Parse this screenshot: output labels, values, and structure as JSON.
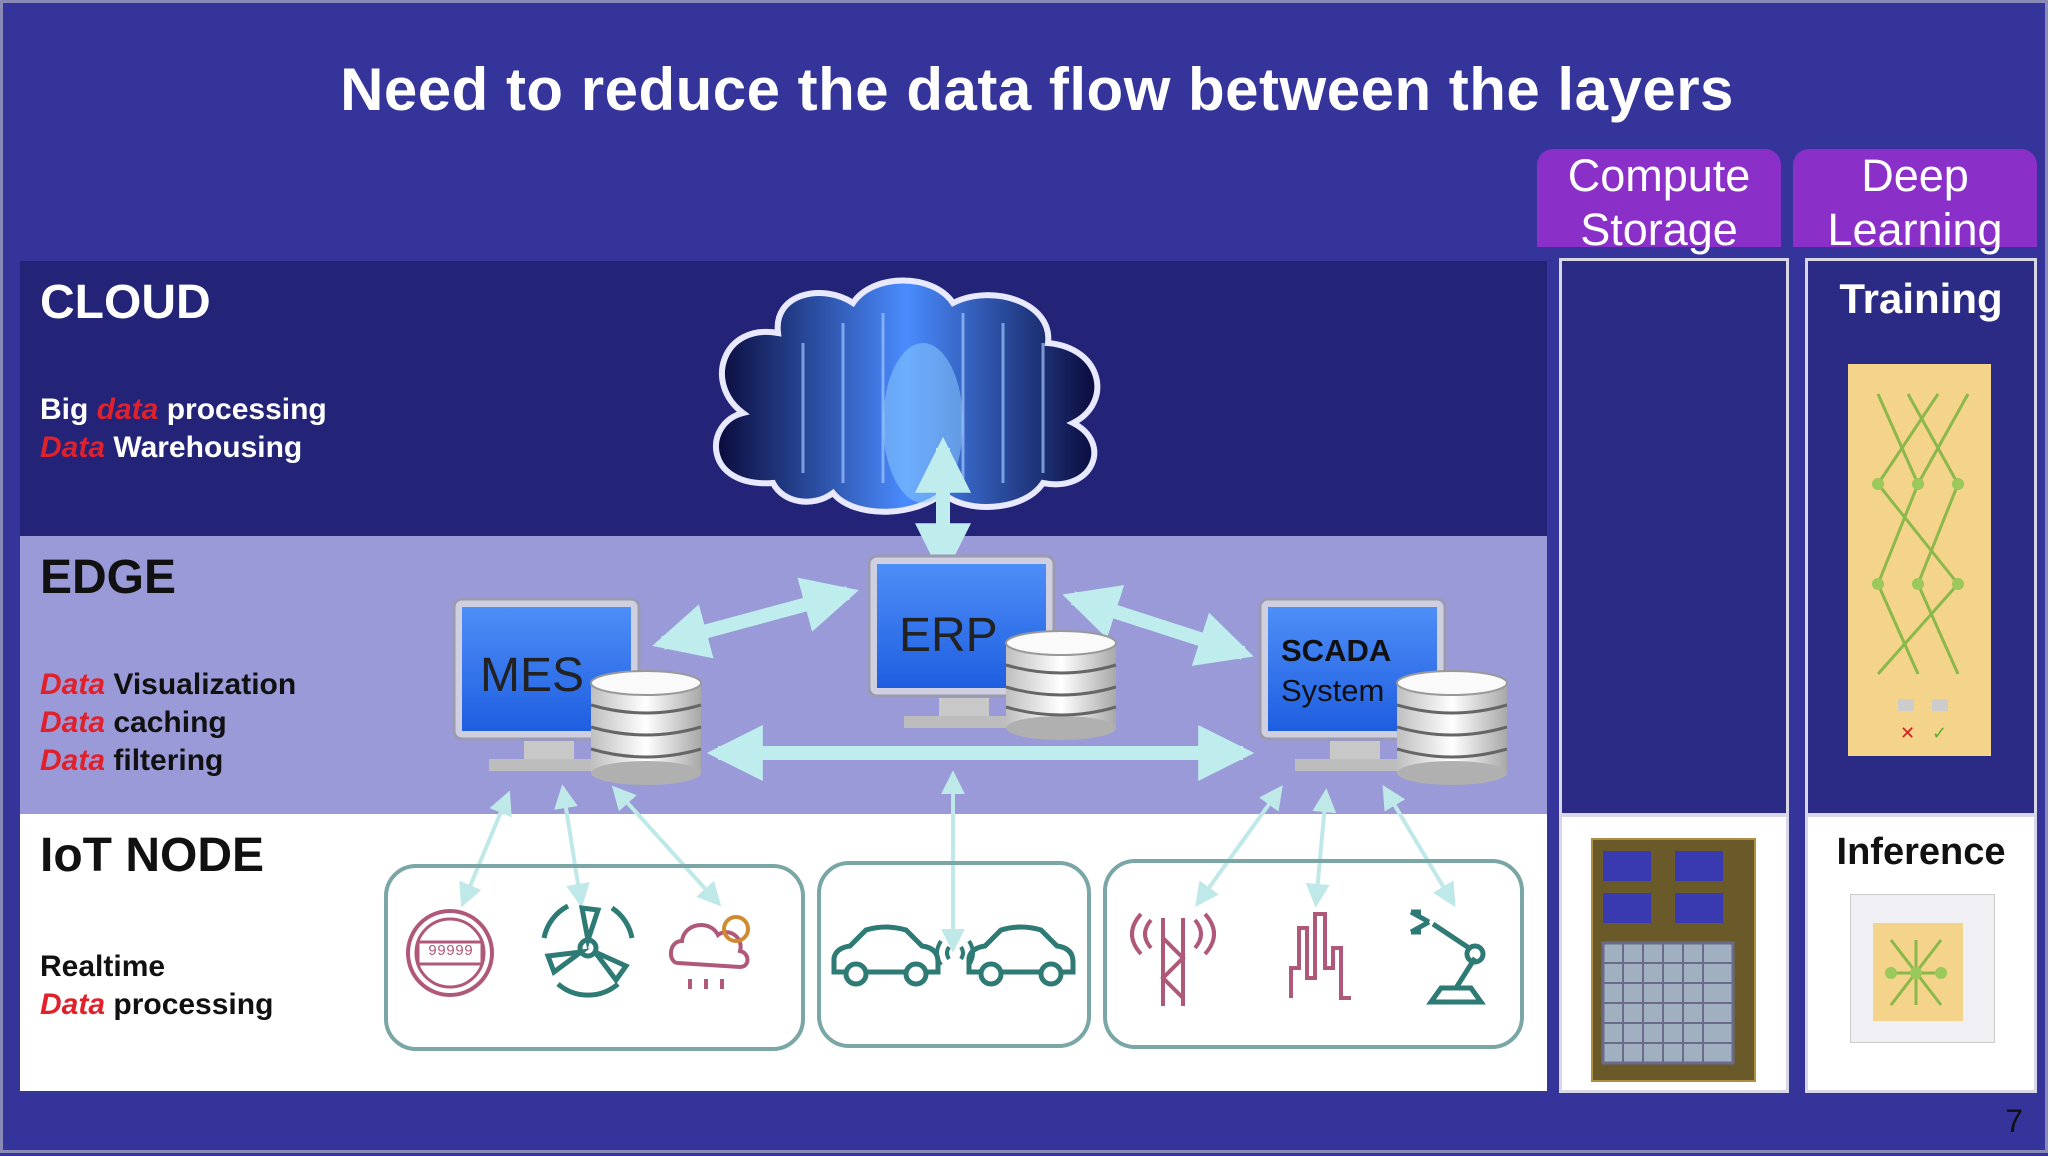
{
  "title": "Need to reduce the data flow between the layers",
  "header_pills": {
    "compute_storage": {
      "line1": "Compute",
      "line2": "Storage"
    },
    "deep_learning": {
      "line1": "Deep",
      "line2": "Learning"
    }
  },
  "layers": {
    "cloud": {
      "name": "CLOUD",
      "line1_pre": "Big ",
      "line1_red": "data",
      "line1_post": " processing",
      "line2_red": "Data",
      "line2_post": " Warehousing"
    },
    "edge": {
      "name": "EDGE",
      "lines": [
        {
          "red": "Data",
          "text": " Visualization"
        },
        {
          "red": "Data",
          "text": " caching"
        },
        {
          "red": "Data",
          "text": " filtering"
        }
      ]
    },
    "iot": {
      "name": "IoT NODE",
      "line1": "Realtime",
      "line2_red": "Data",
      "line2_post": " processing"
    }
  },
  "systems": {
    "mes": "MES",
    "erp": "ERP",
    "scada_line1": "SCADA",
    "scada_line2": "System"
  },
  "dl_panels": {
    "training": "Training",
    "inference": "Inference"
  },
  "meter_digits": "99999",
  "page_number": "7",
  "colors": {
    "accent_red": "#e0202a",
    "background": "#34349b",
    "cloud_layer": "#232377",
    "edge_layer": "#9a9ad8",
    "pill": "#8b2fc9",
    "arrow": "#b8e8e8"
  },
  "icons": [
    "cloud-datacenter-image",
    "monitor-icon",
    "database-icon",
    "meter-icon",
    "turbine-icon",
    "weather-icon",
    "car-icon",
    "signal-icon",
    "cell-tower-icon",
    "sensor-wave-icon",
    "robot-arm-icon",
    "chip-die-image",
    "neural-network-image"
  ]
}
